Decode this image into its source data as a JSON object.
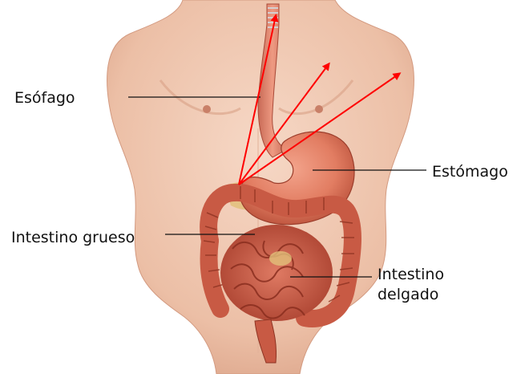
{
  "labels": {
    "esofago": "Esófago",
    "estomago": "Estómago",
    "intestino_grueso": "Intestino grueso",
    "intestino_delgado_line1": "Intestino",
    "intestino_delgado_line2": "delgado"
  },
  "colors": {
    "skin": "#f2cbb4",
    "skin_shadow": "#d99f86",
    "organ": "#d9725f",
    "organ_dark": "#a8432f",
    "fat": "#e2c07a",
    "arrow": "#ff0000",
    "leader": "#111111"
  },
  "icons": {
    "arrow_head": "arrow-head-icon"
  }
}
